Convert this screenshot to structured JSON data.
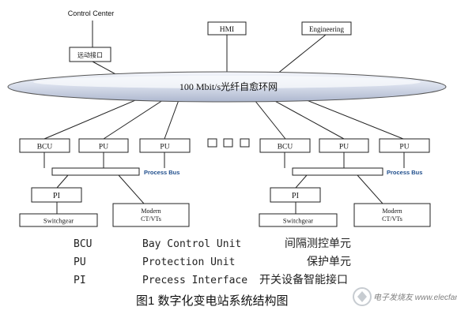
{
  "diagram": {
    "control_center": "Control Center",
    "remote_interface": "远动接口",
    "hmi": "HMI",
    "engineering": "Engineering",
    "ring_label": "100 Mbit/s光纤自愈环网",
    "left_group": {
      "bcu": "BCU",
      "pu1": "PU",
      "pu2": "PU",
      "process_bus": "Process Bus",
      "pi": "PI",
      "switchgear": "Switchgear",
      "modern_line1": "Modern",
      "modern_line2": "CT/VTs"
    },
    "right_group": {
      "bcu": "BCU",
      "pu1": "PU",
      "pu2": "PU",
      "process_bus": "Process Bus",
      "pi": "PI",
      "switchgear": "Switchgear",
      "modern_line1": "Modern",
      "modern_line2": "CT/VTs"
    }
  },
  "legend": [
    {
      "abbr": "BCU",
      "english": "Bay Control Unit",
      "chinese": "间隔测控单元"
    },
    {
      "abbr": "PU",
      "english": "Protection Unit",
      "chinese": "保护单元"
    },
    {
      "abbr": "PI",
      "english": "Precess Interface",
      "chinese": "开关设备智能接口"
    }
  ],
  "caption": "图1 数字化变电站系统结构图",
  "watermark": "电子发烧友 www.elecfans.com"
}
